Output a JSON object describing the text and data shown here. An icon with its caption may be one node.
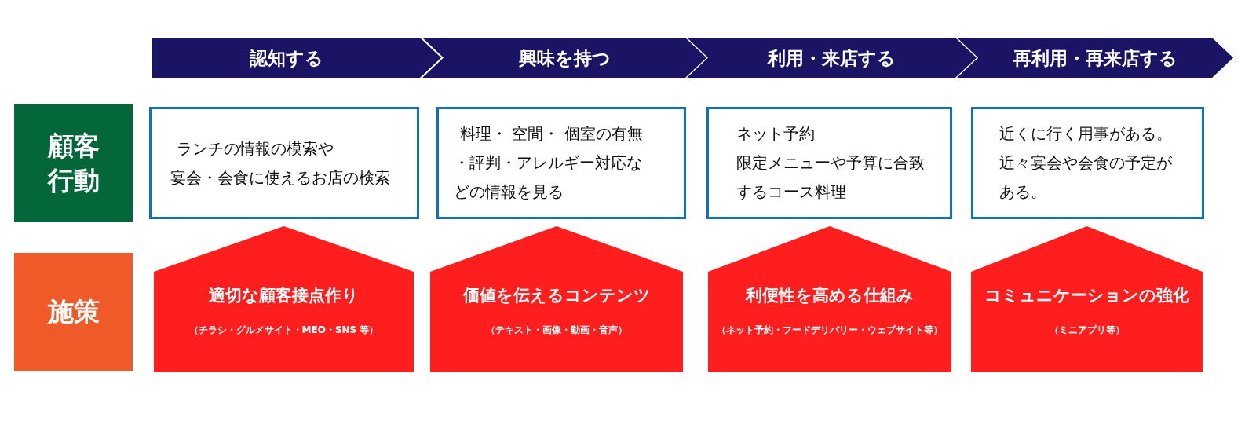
{
  "diagram": {
    "nodes": [
      {
        "text": [
          "認知する"
        ]
      },
      {
        "text": [
          "興味を持つ"
        ]
      },
      {
        "text": [
          "利用・来店する"
        ]
      },
      {
        "text": [
          "再利用・再来店する"
        ]
      },
      {
        "text": [
          "顧客行動"
        ]
      },
      {
        "text": [
          "ランチの情報の模索や",
          "宴会・会食に使えるお店の検索"
        ]
      },
      {
        "text": [
          "料理・ 空間・ 個室の有無・評判・アレルギー対応などの情報を見る"
        ]
      },
      {
        "text": [
          "ネット予約",
          "限定メニューや予算に合致するコース料理"
        ]
      },
      {
        "text": [
          "近くに行く用事がある。",
          "近々宴会や会食の予定がある。"
        ]
      },
      {
        "text": [
          "施策"
        ]
      },
      {
        "text": [
          "適切な顧客接点作り",
          "（チラシ・グルメサイト・MEO・SNS 等）"
        ]
      },
      {
        "text": [
          "価値を伝えるコンテンツ",
          "（テキスト・画像・動画・音声）"
        ]
      },
      {
        "text": [
          "利便性を高める仕組み",
          "（ネット予約・フードデリバリー・ウェブサイト等）"
        ]
      },
      {
        "text": [
          "コミュニケーションの強化",
          "（ミニアプリ等）"
        ]
      }
    ]
  }
}
